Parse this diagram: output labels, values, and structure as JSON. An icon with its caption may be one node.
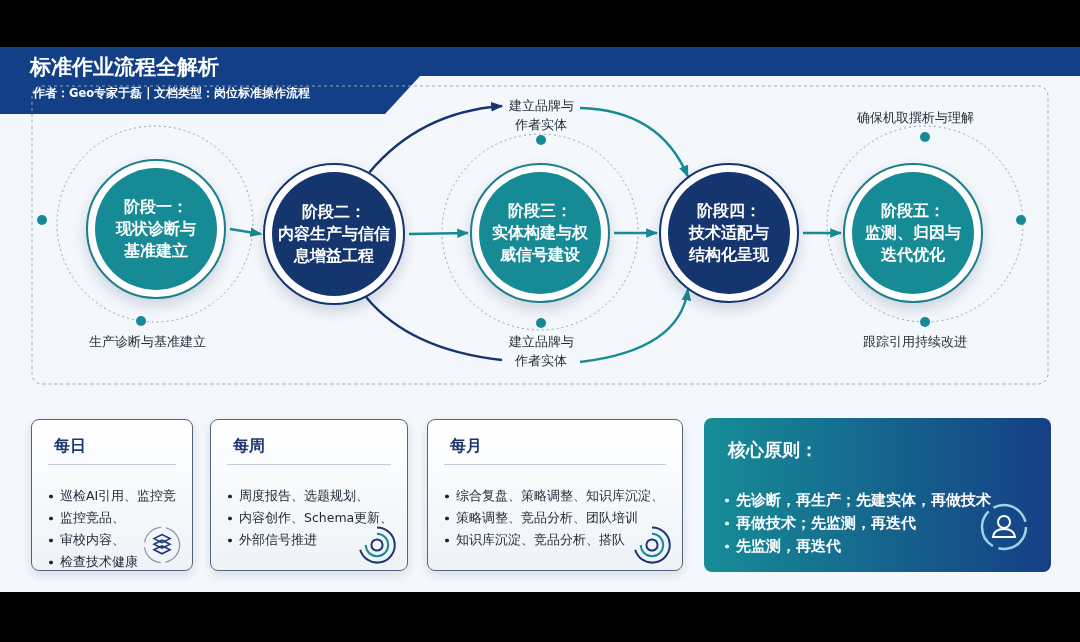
{
  "diagram": {
    "title": "标准作业流程全解析",
    "caption": "作者：Geo专家于磊 | 文档类型：岗位标准操作流程",
    "nodes": [
      {
        "text": [
          "阶段一：",
          "现状诊断与基准建立"
        ],
        "beside": [
          "生产诊断与基准建立"
        ]
      },
      {
        "text": [
          "阶段二：",
          "内容生产与信信息增益工程"
        ]
      },
      {
        "text": [
          "建立品牌与作者实体"
        ]
      },
      {
        "text": [
          "阶段三：",
          "实体构建与权威信号建设"
        ]
      },
      {
        "text": [
          "建立品牌与作者实体"
        ]
      },
      {
        "text": [
          "阶段四：",
          "技术适配与结构化呈现"
        ]
      },
      {
        "text": [
          "阶段五：",
          "监测、归因与迭代优化"
        ],
        "beside": [
          "确保机取撰析与理解",
          "跟踪引用持续改进"
        ]
      },
      {
        "text": [
          "每日",
          "巡检AI引用、监控竞",
          "监控竞品、",
          "审校内容、",
          "检查技术健康"
        ]
      },
      {
        "text": [
          "每周",
          "周度报告、选题规划、",
          "内容创作、Schema更新、",
          "外部信号推进"
        ]
      },
      {
        "text": [
          "每月",
          "综合复盘、策略调整、知识库沉淀、",
          "策略调整、竞品分析、团队培训",
          "知识库沉淀、竞品分析、搭队"
        ]
      },
      {
        "text": [
          "核心原则：",
          "先诊断，再生产；先建实体，再做技术",
          "再做技术；先监测，再迭代",
          "先监测，再迭代"
        ]
      }
    ],
    "edges": [
      {
        "from": 0,
        "to": 1,
        "arrow": "to"
      },
      {
        "from": 1,
        "to": 3,
        "arrow": "to"
      },
      {
        "from": 3,
        "to": 5,
        "arrow": "to"
      },
      {
        "from": 5,
        "to": 6,
        "arrow": "to"
      },
      {
        "from": 1,
        "to": 2,
        "arrow": "to",
        "color": "#15356f"
      },
      {
        "from": 2,
        "to": 5,
        "arrow": "to"
      },
      {
        "from": 1,
        "to": 4,
        "arrow": "none",
        "color": "#15356f"
      },
      {
        "from": 4,
        "to": 5,
        "arrow": "to"
      }
    ]
  }
}
